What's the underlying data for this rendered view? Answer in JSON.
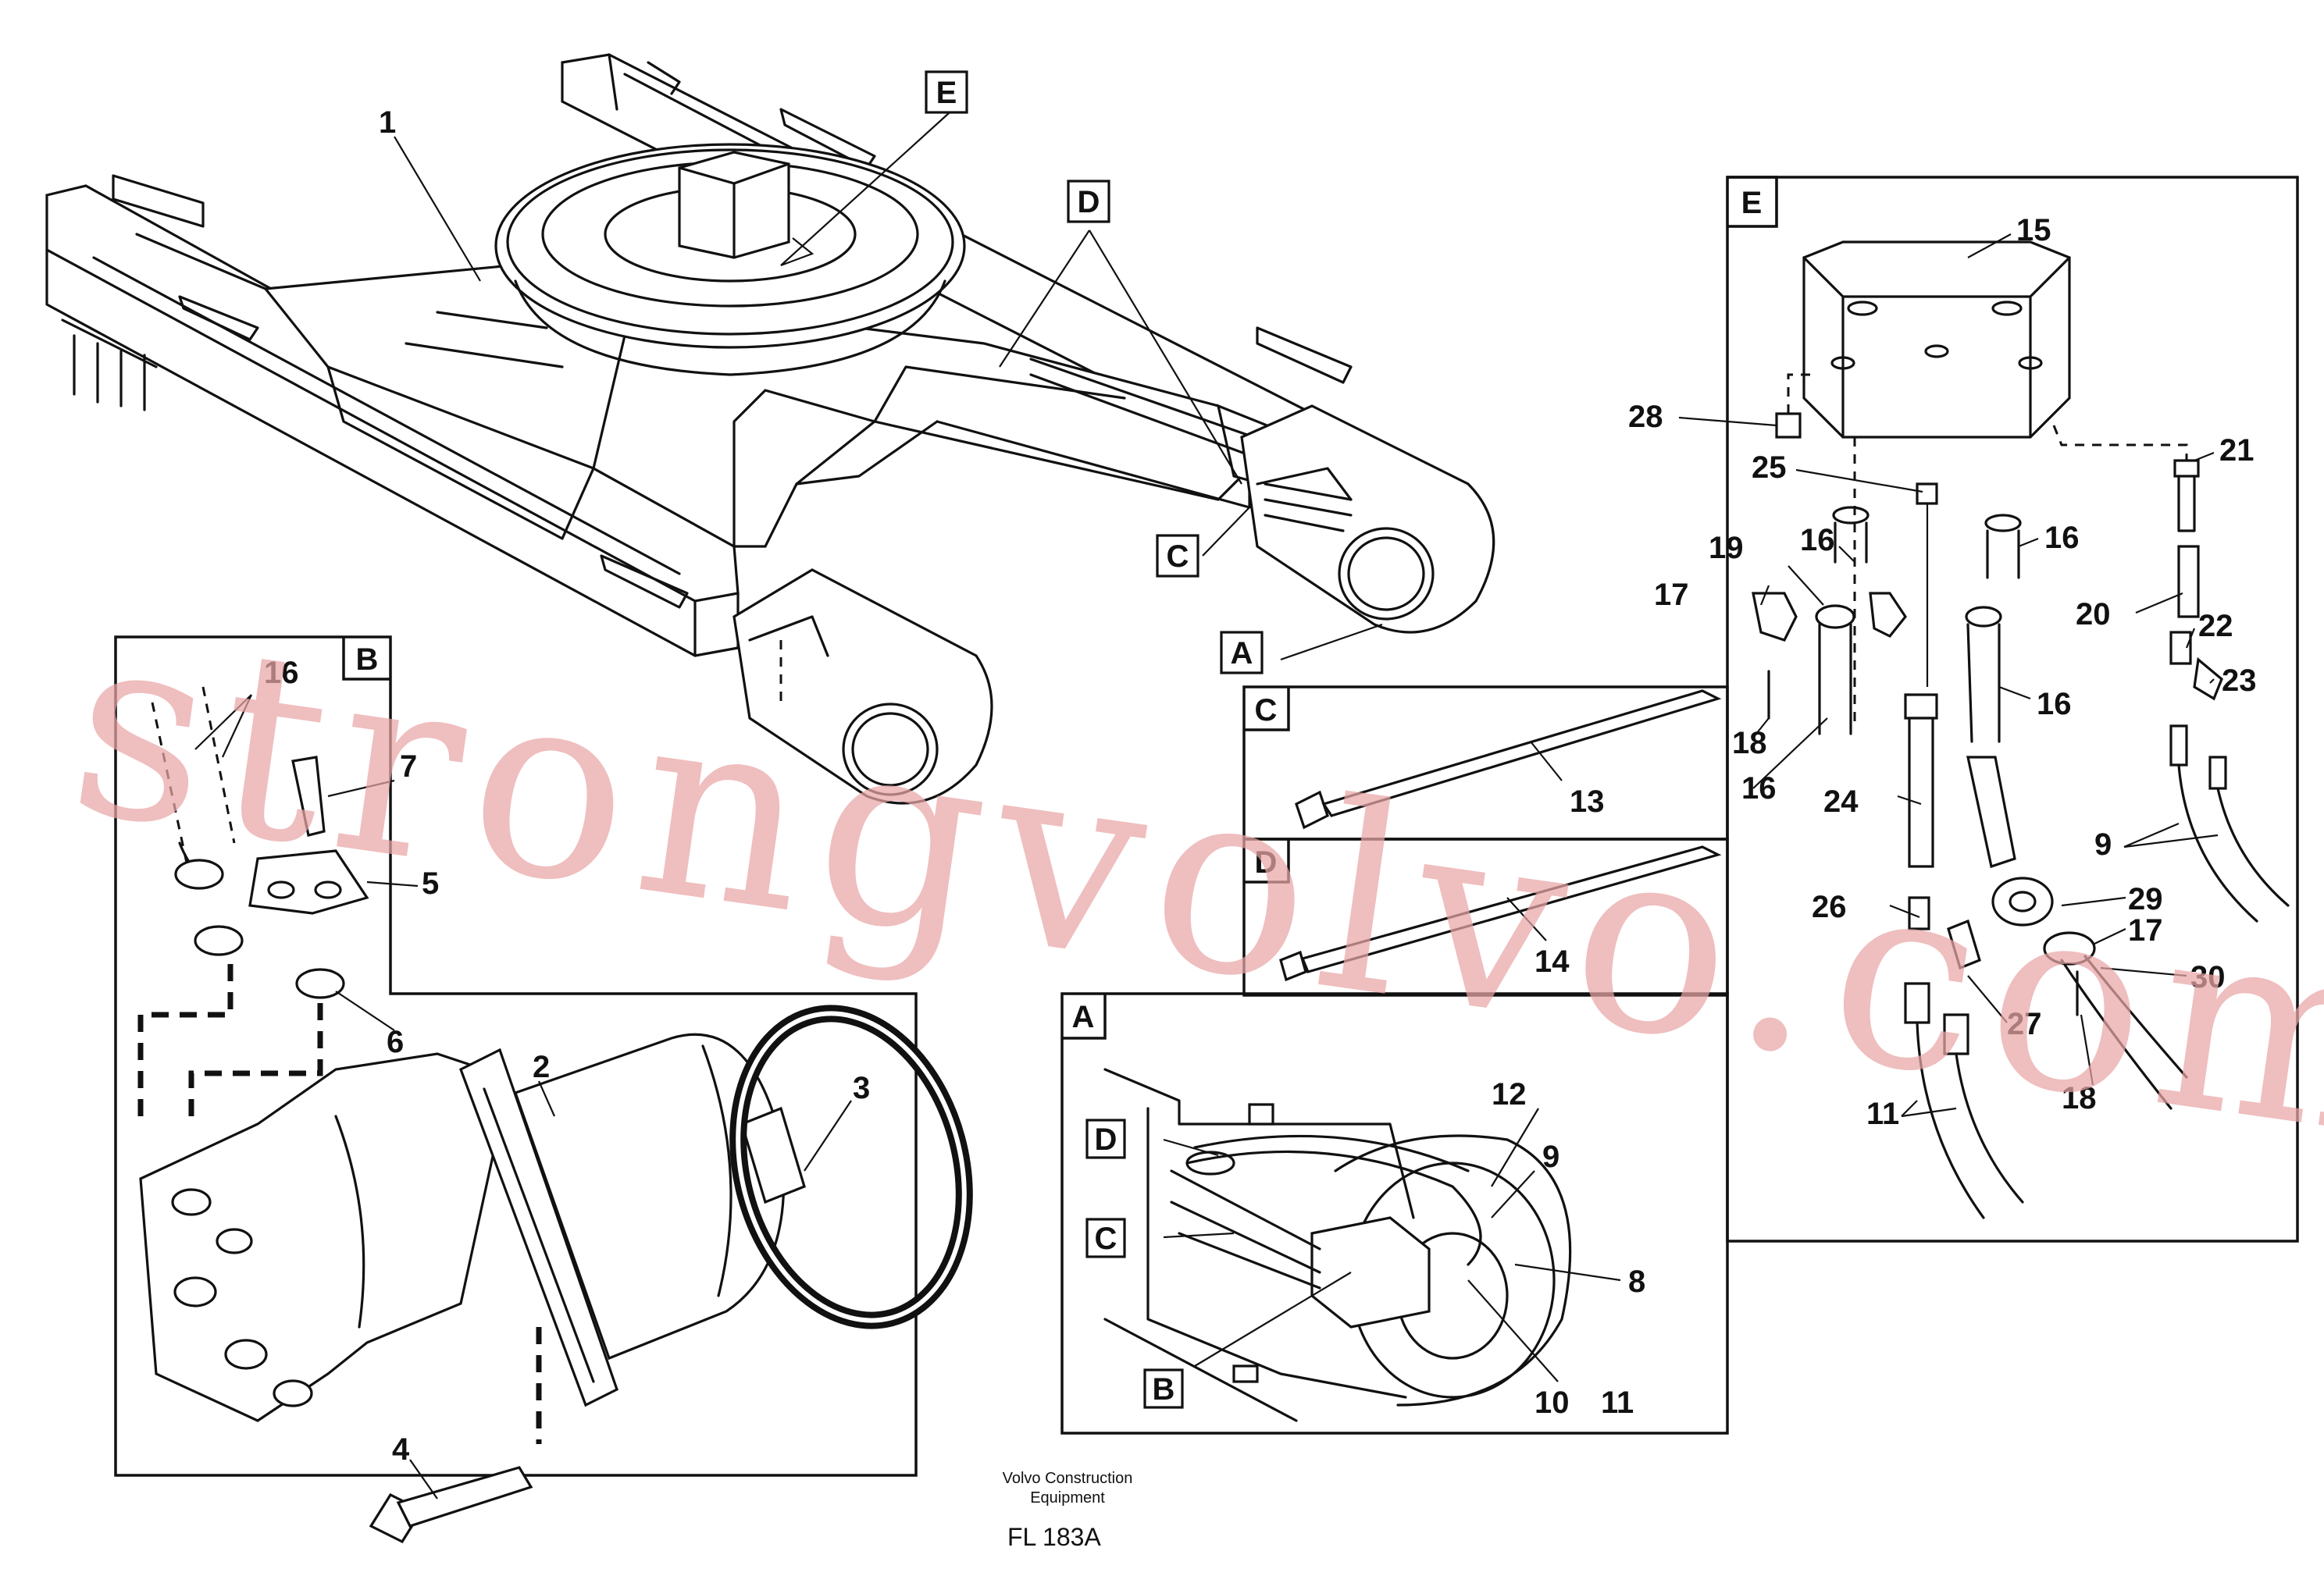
{
  "callouts": {
    "n1": "1",
    "n2": "2",
    "n3": "3",
    "n4": "4",
    "n5": "5",
    "n6": "6",
    "n7": "7",
    "n8": "8",
    "n9a": "9",
    "n9b": "9",
    "n10": "10",
    "n11a": "11",
    "n11b": "11",
    "n12": "12",
    "n13": "13",
    "n14": "14",
    "n15": "15",
    "n16a": "16",
    "n16b": "16",
    "n16c": "16",
    "n16d": "16",
    "n16e": "16",
    "n17a": "17",
    "n17b": "17",
    "n18a": "18",
    "n18b": "18",
    "n19": "19",
    "n20": "20",
    "n21": "21",
    "n22": "22",
    "n23": "23",
    "n24": "24",
    "n25": "25",
    "n26": "26",
    "n27": "27",
    "n28": "28",
    "n29": "29",
    "n30": "30"
  },
  "view_labels": {
    "E_main": "E",
    "D_main": "D",
    "C_main": "C",
    "A_main": "A",
    "E_box": "E",
    "B_box": "B",
    "C_box": "C",
    "D_box": "D",
    "A_box": "A",
    "D_inA": "D",
    "C_inA": "C",
    "B_inA": "B"
  },
  "caption": {
    "line1": "Volvo Construction",
    "line2": "Equipment",
    "code": "FL 183A"
  },
  "watermark": "strongvolvo.com"
}
